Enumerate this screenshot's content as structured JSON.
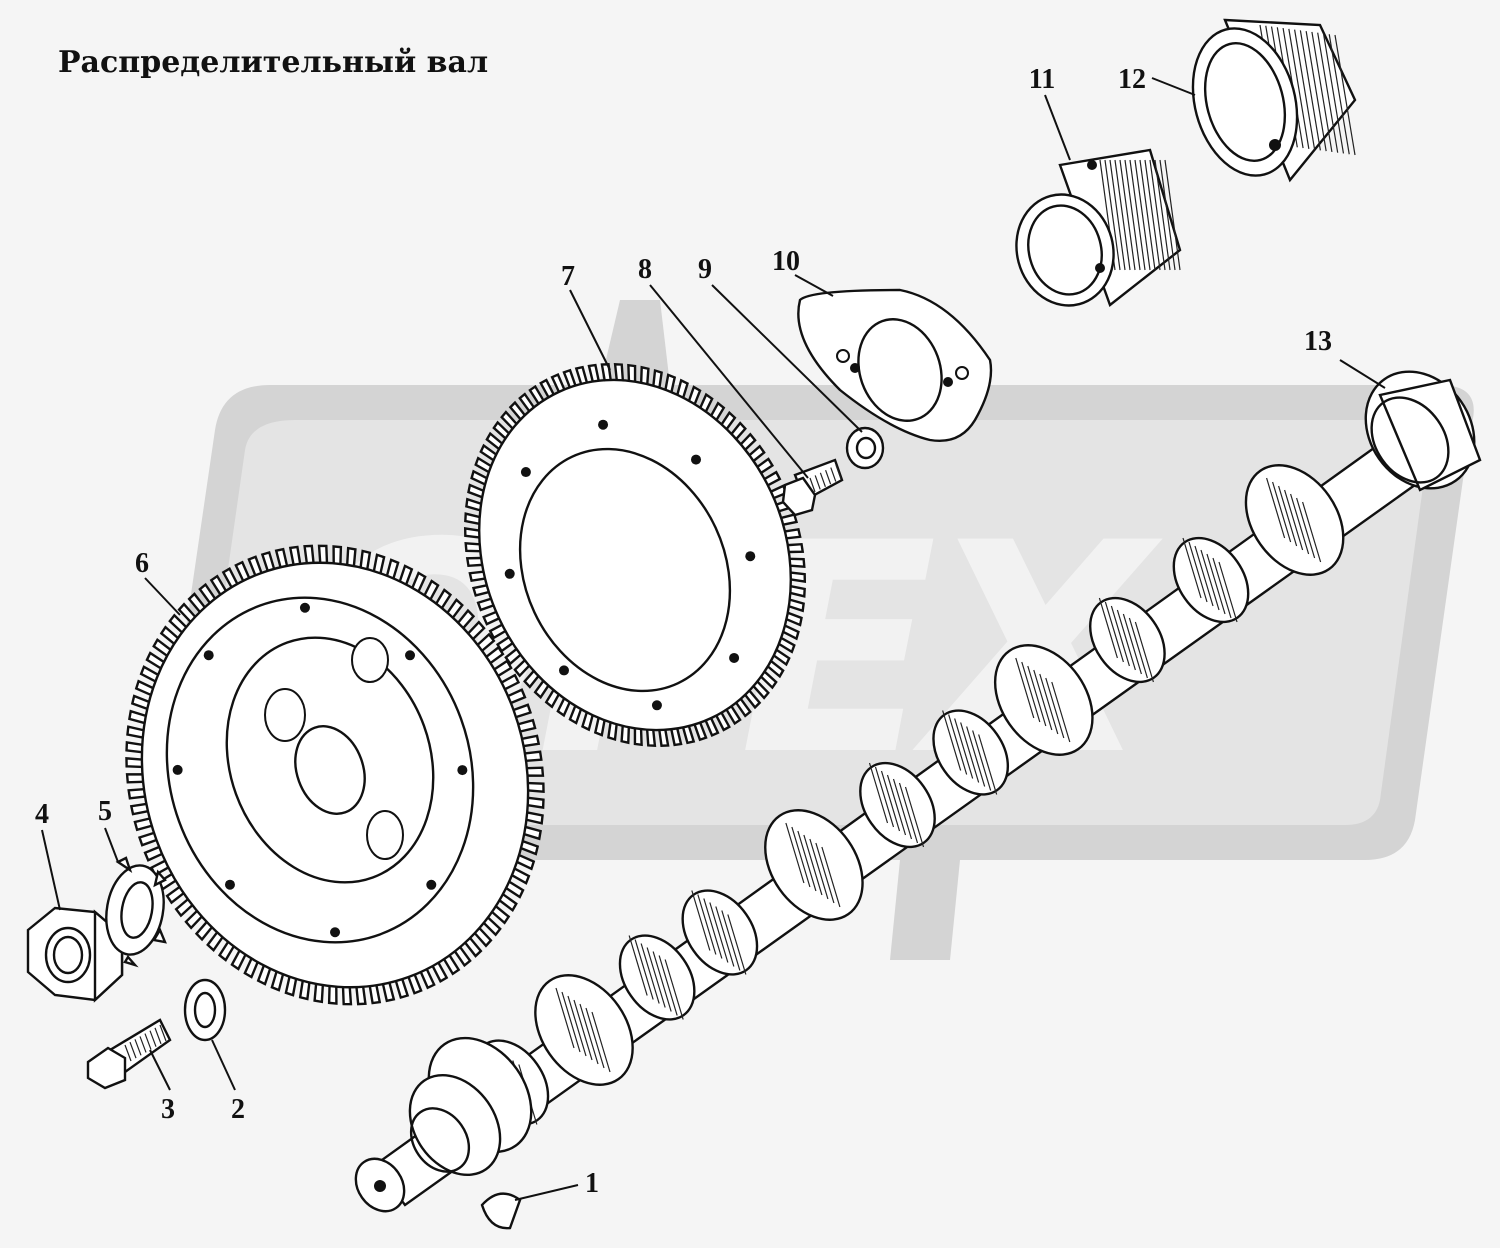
{
  "title": "Распределительный вал",
  "watermark": "OPEX",
  "callouts": [
    {
      "id": "1",
      "label": "1"
    },
    {
      "id": "2",
      "label": "2"
    },
    {
      "id": "3",
      "label": "3"
    },
    {
      "id": "4",
      "label": "4"
    },
    {
      "id": "5",
      "label": "5"
    },
    {
      "id": "6",
      "label": "6"
    },
    {
      "id": "7",
      "label": "7"
    },
    {
      "id": "8",
      "label": "8"
    },
    {
      "id": "9",
      "label": "9"
    },
    {
      "id": "10",
      "label": "10"
    },
    {
      "id": "11",
      "label": "11"
    },
    {
      "id": "12",
      "label": "12"
    },
    {
      "id": "13",
      "label": "13"
    }
  ],
  "colors": {
    "ink": "#111111",
    "background": "#f5f5f5",
    "watermark": "#d4d4d4"
  }
}
